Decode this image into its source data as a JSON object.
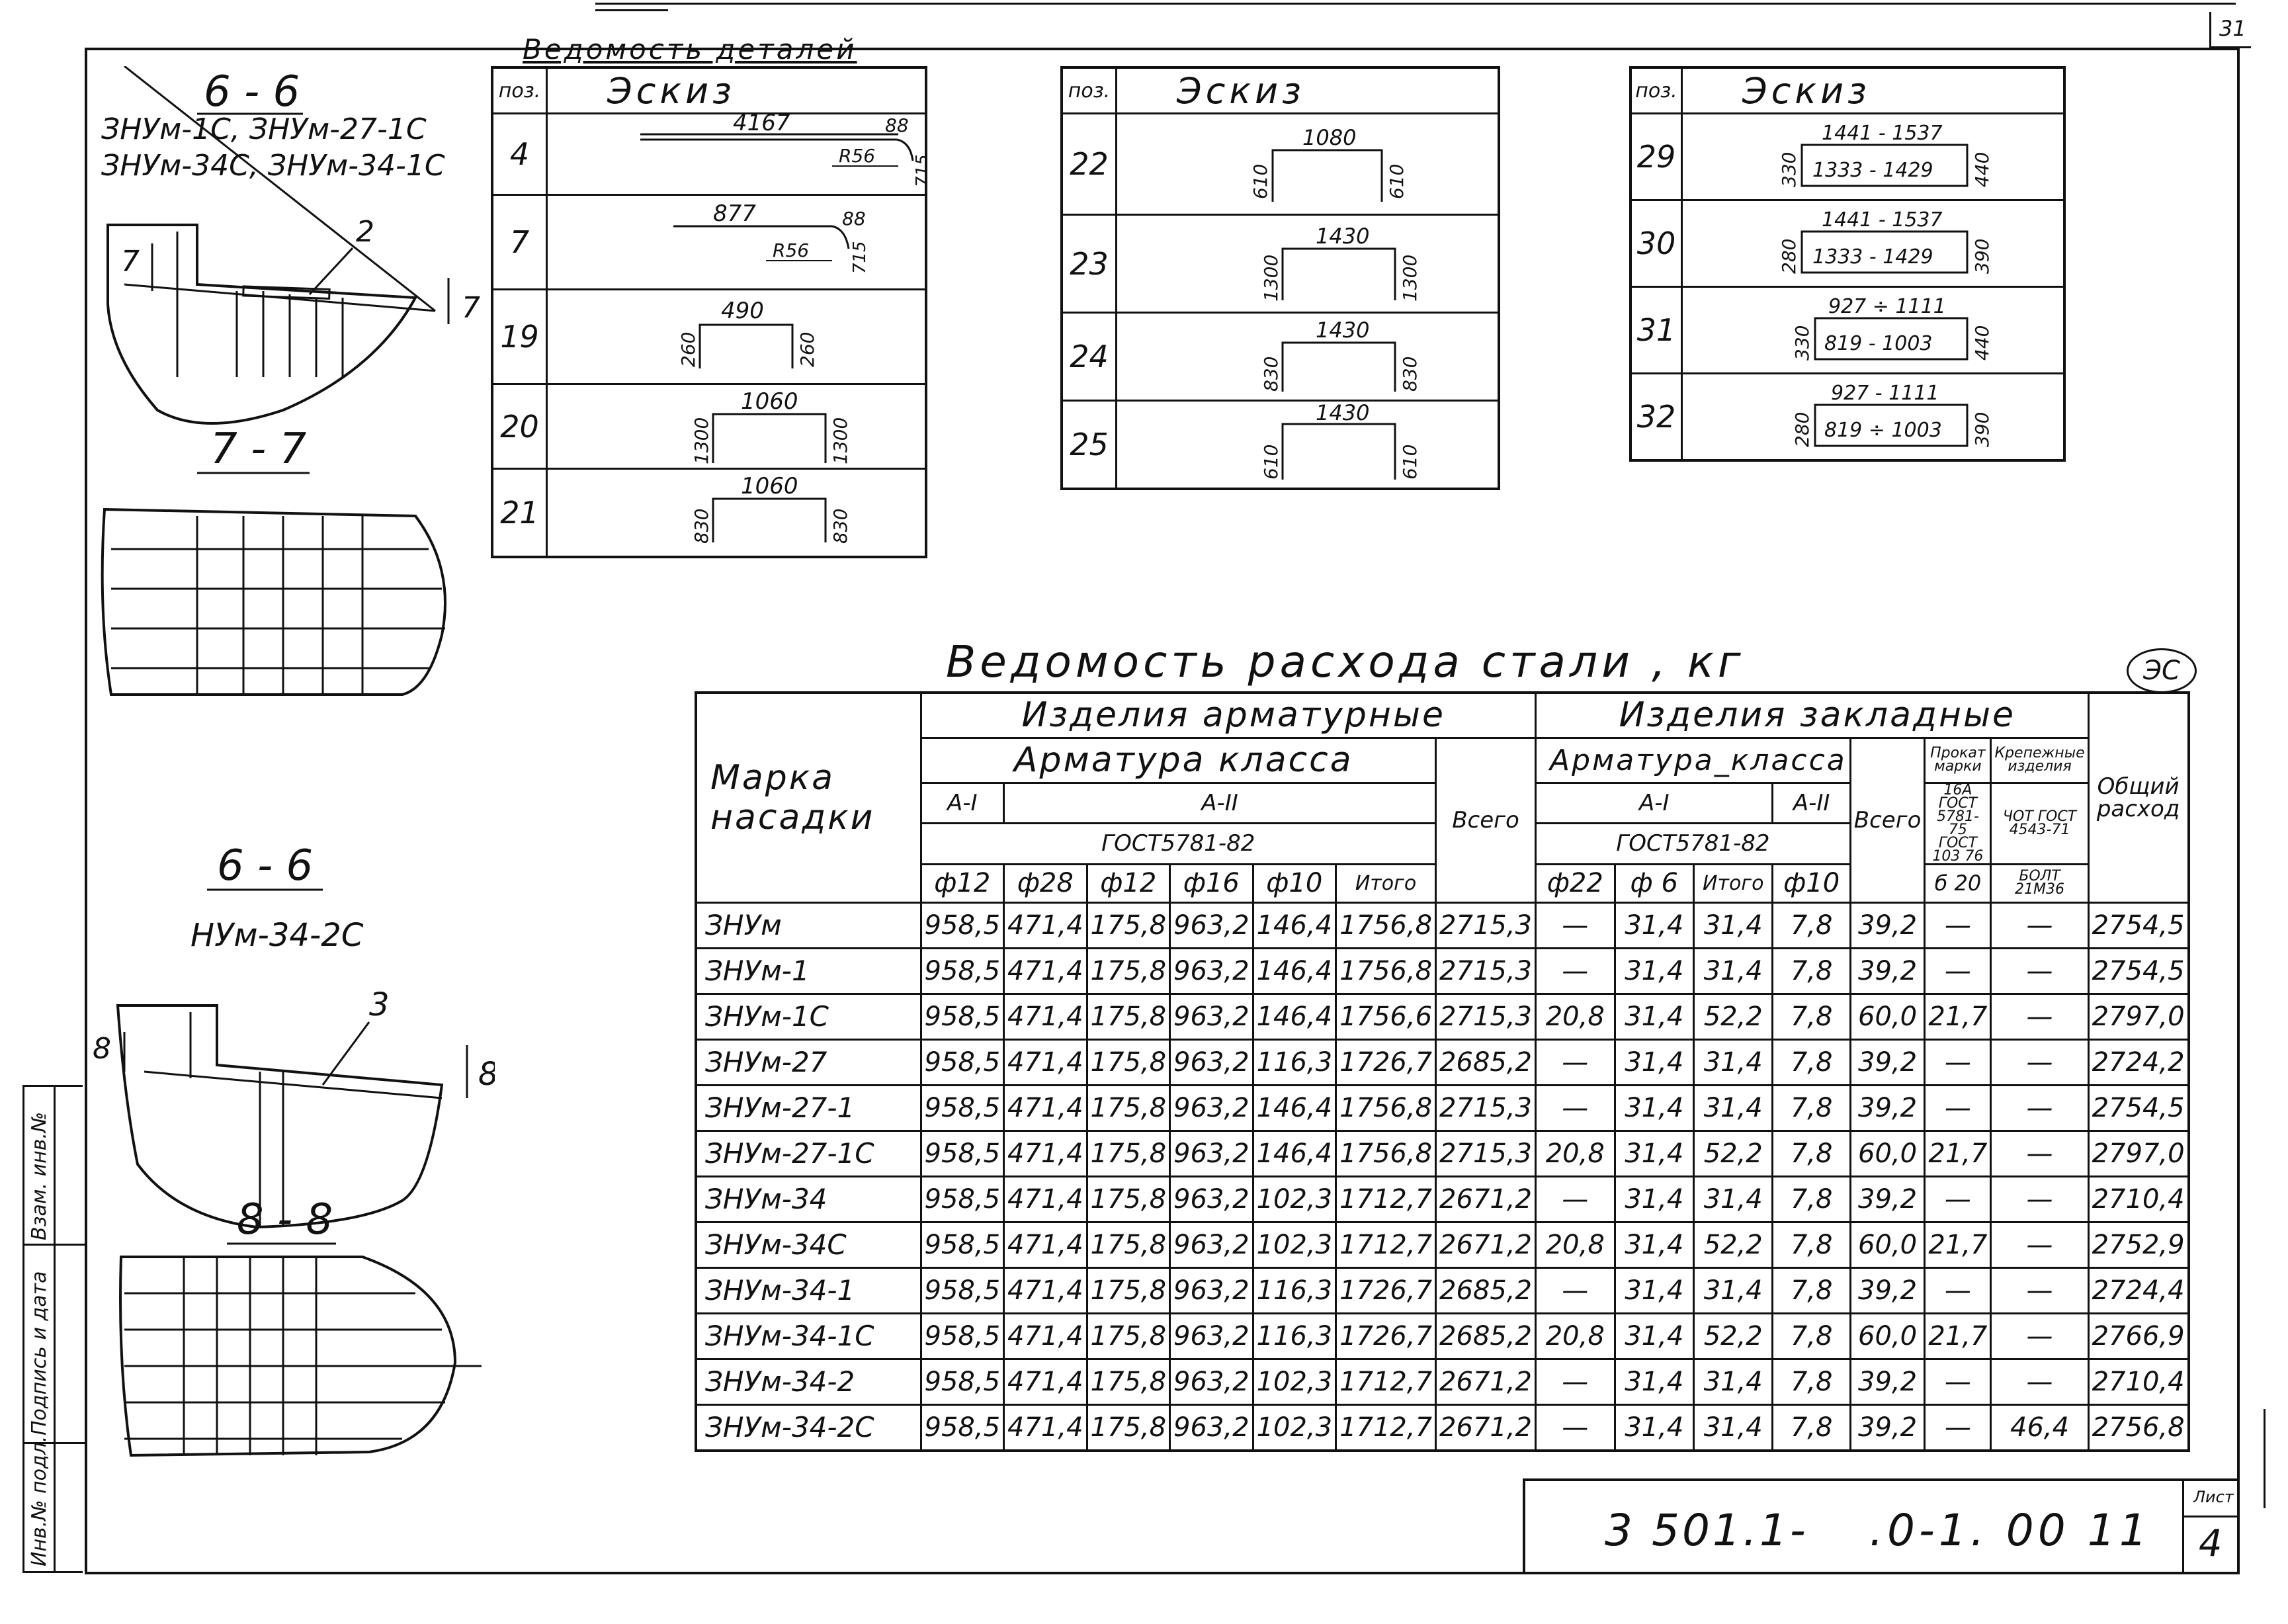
{
  "page_number": "31",
  "stamp_mark": "ЭС",
  "details_title": "Ведомость деталей",
  "sketch_header_pos": "поз.",
  "sketch_header": "Эскиз",
  "sketch_table_1": [
    {
      "pos": "4",
      "dims": [
        "4167",
        "88",
        "R56",
        "715"
      ]
    },
    {
      "pos": "7",
      "dims": [
        "877",
        "88",
        "R56",
        "715"
      ]
    },
    {
      "pos": "19",
      "dims": [
        "490",
        "260",
        "260"
      ]
    },
    {
      "pos": "20",
      "dims": [
        "1060",
        "1300",
        "1300"
      ]
    },
    {
      "pos": "21",
      "dims": [
        "1060",
        "830",
        "830"
      ]
    }
  ],
  "sketch_table_2": [
    {
      "pos": "22",
      "dims": [
        "1080",
        "610",
        "610"
      ]
    },
    {
      "pos": "23",
      "dims": [
        "1430",
        "1300",
        "1300"
      ]
    },
    {
      "pos": "24",
      "dims": [
        "1430",
        "830",
        "830"
      ]
    },
    {
      "pos": "25",
      "dims": [
        "1430",
        "610",
        "610"
      ]
    }
  ],
  "sketch_table_3": [
    {
      "pos": "29",
      "dims": [
        "1441 - 1537",
        "1333 - 1429",
        "330",
        "440"
      ]
    },
    {
      "pos": "30",
      "dims": [
        "1441 - 1537",
        "1333 - 1429",
        "280",
        "390"
      ]
    },
    {
      "pos": "31",
      "dims": [
        "927 ÷ 1111",
        "819 - 1003",
        "330",
        "440"
      ]
    },
    {
      "pos": "32",
      "dims": [
        "927 - 1111",
        "819 ÷ 1003",
        "280",
        "390"
      ]
    }
  ],
  "section_a": {
    "title": "6 - 6",
    "line1": "ЗНУм-1С, ЗНУм-27-1С",
    "line2": "ЗНУм-34С, ЗНУм-34-1С",
    "callout": "2",
    "cut": "7"
  },
  "section_b": {
    "title": "7 - 7"
  },
  "section_c": {
    "title": "6 - 6",
    "sub": "НУм-34-2С",
    "callout": "3",
    "cut": "8"
  },
  "section_d": {
    "title": "8 - 8"
  },
  "steel_table_title": "Ведомость расхода стали , кг",
  "steel_table": {
    "col_mark": "Марка насадки",
    "grp_armature": "Изделия арматурные",
    "grp_embedded": "Изделия закладные",
    "class_armature": "Арматура класса",
    "class_armature_2": "Арматура_класса",
    "a1": "А-I",
    "a2": "А-II",
    "gost": "ГОСТ5781-82",
    "total": "Всего",
    "rolled": "Прокат марки",
    "fasteners": "Крепежные изделия",
    "rolled_sub": "16А ГОСТ 5781-75",
    "fast_sub": "ЧОТ ГОСТ 4543-71",
    "rolled_gost": "ГОСТ 103 76",
    "fast_gost": "БОЛТ 21М36",
    "rolled_size": "б 20",
    "overall": "Общий расход",
    "cols": [
      "ф12",
      "ф28",
      "ф12",
      "ф16",
      "ф10",
      "Итого",
      "ф22",
      "ф 6",
      "Итого",
      "ф10"
    ],
    "rows": [
      [
        "ЗНУм",
        "958,5",
        "471,4",
        "175,8",
        "963,2",
        "146,4",
        "1756,8",
        "2715,3",
        "—",
        "31,4",
        "31,4",
        "7,8",
        "39,2",
        "—",
        "—",
        "2754,5"
      ],
      [
        "ЗНУм-1",
        "958,5",
        "471,4",
        "175,8",
        "963,2",
        "146,4",
        "1756,8",
        "2715,3",
        "—",
        "31,4",
        "31,4",
        "7,8",
        "39,2",
        "—",
        "—",
        "2754,5"
      ],
      [
        "ЗНУм-1С",
        "958,5",
        "471,4",
        "175,8",
        "963,2",
        "146,4",
        "1756,6",
        "2715,3",
        "20,8",
        "31,4",
        "52,2",
        "7,8",
        "60,0",
        "21,7",
        "—",
        "2797,0"
      ],
      [
        "ЗНУм-27",
        "958,5",
        "471,4",
        "175,8",
        "963,2",
        "116,3",
        "1726,7",
        "2685,2",
        "—",
        "31,4",
        "31,4",
        "7,8",
        "39,2",
        "—",
        "—",
        "2724,2"
      ],
      [
        "ЗНУм-27-1",
        "958,5",
        "471,4",
        "175,8",
        "963,2",
        "146,4",
        "1756,8",
        "2715,3",
        "—",
        "31,4",
        "31,4",
        "7,8",
        "39,2",
        "—",
        "—",
        "2754,5"
      ],
      [
        "ЗНУм-27-1С",
        "958,5",
        "471,4",
        "175,8",
        "963,2",
        "146,4",
        "1756,8",
        "2715,3",
        "20,8",
        "31,4",
        "52,2",
        "7,8",
        "60,0",
        "21,7",
        "—",
        "2797,0"
      ],
      [
        "ЗНУм-34",
        "958,5",
        "471,4",
        "175,8",
        "963,2",
        "102,3",
        "1712,7",
        "2671,2",
        "—",
        "31,4",
        "31,4",
        "7,8",
        "39,2",
        "—",
        "—",
        "2710,4"
      ],
      [
        "ЗНУм-34С",
        "958,5",
        "471,4",
        "175,8",
        "963,2",
        "102,3",
        "1712,7",
        "2671,2",
        "20,8",
        "31,4",
        "52,2",
        "7,8",
        "60,0",
        "21,7",
        "—",
        "2752,9"
      ],
      [
        "ЗНУм-34-1",
        "958,5",
        "471,4",
        "175,8",
        "963,2",
        "116,3",
        "1726,7",
        "2685,2",
        "—",
        "31,4",
        "31,4",
        "7,8",
        "39,2",
        "—",
        "—",
        "2724,4"
      ],
      [
        "ЗНУм-34-1С",
        "958,5",
        "471,4",
        "175,8",
        "963,2",
        "116,3",
        "1726,7",
        "2685,2",
        "20,8",
        "31,4",
        "52,2",
        "7,8",
        "60,0",
        "21,7",
        "—",
        "2766,9"
      ],
      [
        "ЗНУм-34-2",
        "958,5",
        "471,4",
        "175,8",
        "963,2",
        "102,3",
        "1712,7",
        "2671,2",
        "—",
        "31,4",
        "31,4",
        "7,8",
        "39,2",
        "—",
        "—",
        "2710,4"
      ],
      [
        "ЗНУм-34-2С",
        "958,5",
        "471,4",
        "175,8",
        "963,2",
        "102,3",
        "1712,7",
        "2671,2",
        "—",
        "31,4",
        "31,4",
        "7,8",
        "39,2",
        "—",
        "46,4",
        "2756,8"
      ]
    ]
  },
  "side_stamp": [
    "Инв.№ подл.",
    "Подпись и дата",
    "Взам. инв.№"
  ],
  "doc_code_1": "3 501.1-",
  "doc_code_2": ".0-1. 00 11",
  "sheet_label": "Лист",
  "sheet_number": "4"
}
